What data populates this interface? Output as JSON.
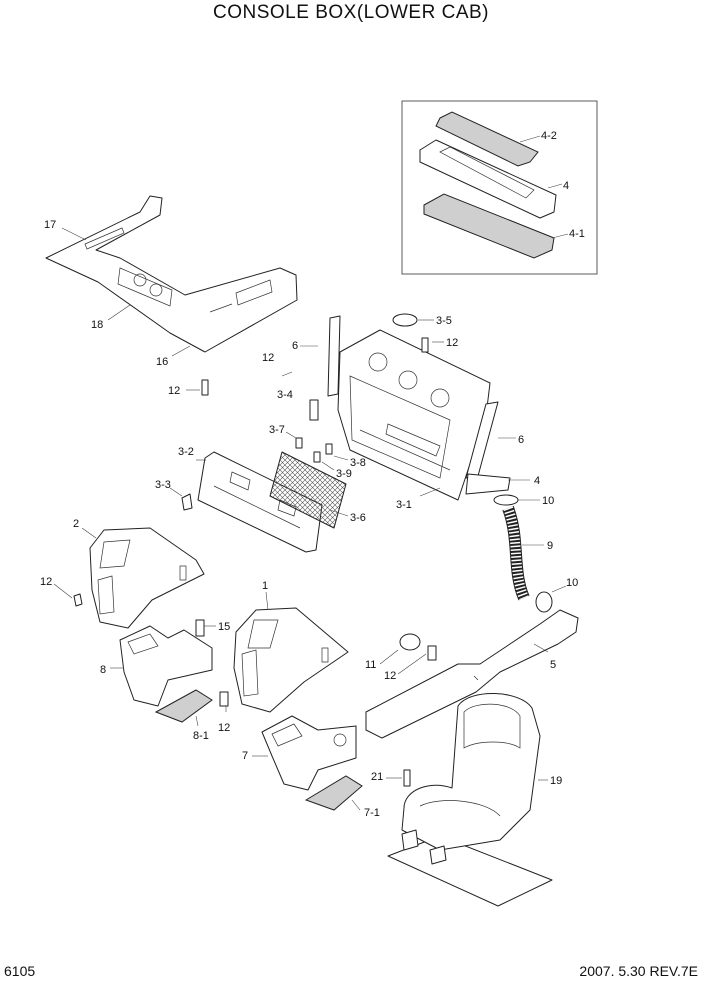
{
  "title": "CONSOLE BOX(LOWER CAB)",
  "footer": {
    "page_code": "6105",
    "revision": "2007. 5.30  REV.7E"
  },
  "callouts": {
    "c4_2": "4-2",
    "c4": "4",
    "c4_1": "4-1",
    "c17": "17",
    "c18": "18",
    "c16": "16",
    "c12a": "12",
    "c3_5": "3-5",
    "c12b": "12",
    "c6a": "6",
    "c12c": "12",
    "c3_4": "3-4",
    "c6b": "6",
    "c4b": "4",
    "c3_7": "3-7",
    "c3_8": "3-8",
    "c3_9": "3-9",
    "c3_2": "3-2",
    "c3_3": "3-3",
    "c3_6": "3-6",
    "c3_1": "3-1",
    "c10a": "10",
    "c9": "9",
    "c10b": "10",
    "c2": "2",
    "c12d": "12",
    "c1": "1",
    "c15": "15",
    "c8": "8",
    "c11": "11",
    "c12e": "12",
    "c5": "5",
    "c12f": "12",
    "c8_1": "8-1",
    "c7": "7",
    "c21": "21",
    "c19": "19",
    "c7_1": "7-1"
  }
}
